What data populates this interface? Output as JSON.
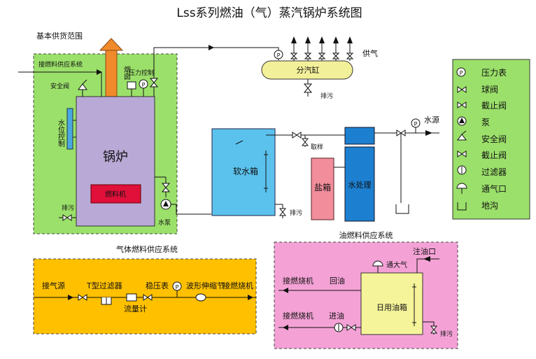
{
  "title": "Lss系列燃油（气）蒸汽锅炉系统图",
  "scope": {
    "label": "基本供货范围"
  },
  "boiler": {
    "label": "锅炉",
    "burner": "燃料机",
    "water_level": "水位控制",
    "chimney": "烟囱",
    "pressure_control": "压力控制",
    "safety_valve": "安全阀",
    "fuel_supply": "接燃料供应系统",
    "drain": "排污",
    "pump": "水泵"
  },
  "steam": {
    "header": "分汽缸",
    "supply": "供气",
    "drain": "排污"
  },
  "water": {
    "soft_tank": "软水箱",
    "sample": "取样",
    "drain": "排污",
    "salt_tank": "盐箱",
    "treatment": "水处理",
    "source": "水源"
  },
  "legend": {
    "items": [
      "压力表",
      "球阀",
      "截止阀",
      "泵",
      "安全阀",
      "截止阀",
      "过滤器",
      "通气口",
      "地沟"
    ]
  },
  "gas_system": {
    "title": "气体燃料供应系统",
    "source": "接气源",
    "t_filter": "T型过滤器",
    "flow_meter": "流量计",
    "regulator": "稳压表",
    "bellows": "波形伸缩节",
    "burner": "接燃烧机"
  },
  "oil_system": {
    "title": "油燃料供应系统",
    "fill_port": "注油口",
    "vent": "通大气",
    "burner_return": "接燃烧机",
    "return": "回油",
    "burner_feed": "接燃烧机",
    "feed": "进油",
    "day_tank": "日用油箱",
    "drain": "排污"
  },
  "colors": {
    "scope_bg": "#9be06a",
    "boiler": "#b9a9d6",
    "burner": "#e0103a",
    "chimney": "#f08a2a",
    "steam_header": "#f3f09a",
    "soft_tank": "#5bc2ee",
    "salt_tank": "#f28d9c",
    "treatment": "#1d7fd0",
    "gas_bg": "#ffc000",
    "oil_bg": "#f4a2d6",
    "day_tank": "#f6f49a",
    "legend_bg": "#9be06a"
  }
}
